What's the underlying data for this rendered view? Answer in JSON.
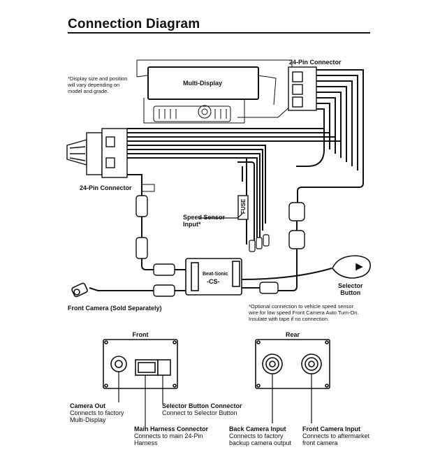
{
  "title": "Connection Diagram",
  "notes": {
    "display": [
      "*Display size and position",
      "will vary depending on",
      "model and grade."
    ],
    "speed": [
      "*Optional connection to vehicle speed sensor",
      "wire for low speed Front Camera Auto Turn-On.",
      "Insulate with tape if no connection."
    ]
  },
  "labels": {
    "multi_display": "Multi-Display",
    "connector_top": "24-Pin Connector",
    "connector_left": "24-Pin Connector",
    "speed_sensor": [
      "Speed Sensor",
      "Input*"
    ],
    "fuse": "FUSE",
    "selector_button": [
      "Selector",
      "Button"
    ],
    "front_camera": "Front Camera (Sold Separately)",
    "unit_brand": "Beat-Sonic",
    "unit_model": "-CS-"
  },
  "panels": {
    "front": "Front",
    "rear": "Rear"
  },
  "callouts": [
    {
      "title": "Camera Out",
      "lines": [
        "Connects to factory",
        "Multi-Display"
      ]
    },
    {
      "title": "Main Harness Connector",
      "lines": [
        "Connects to main 24-Pin",
        "Harness"
      ]
    },
    {
      "title": "Selector Button Connector",
      "lines": [
        "Connect to Selector Button"
      ]
    },
    {
      "title": "Back Camera Input",
      "lines": [
        "Connects to factory",
        "backup camera output"
      ]
    },
    {
      "title": "Front Camera Input",
      "lines": [
        "Connects to aftermarket",
        "front camera"
      ]
    }
  ]
}
